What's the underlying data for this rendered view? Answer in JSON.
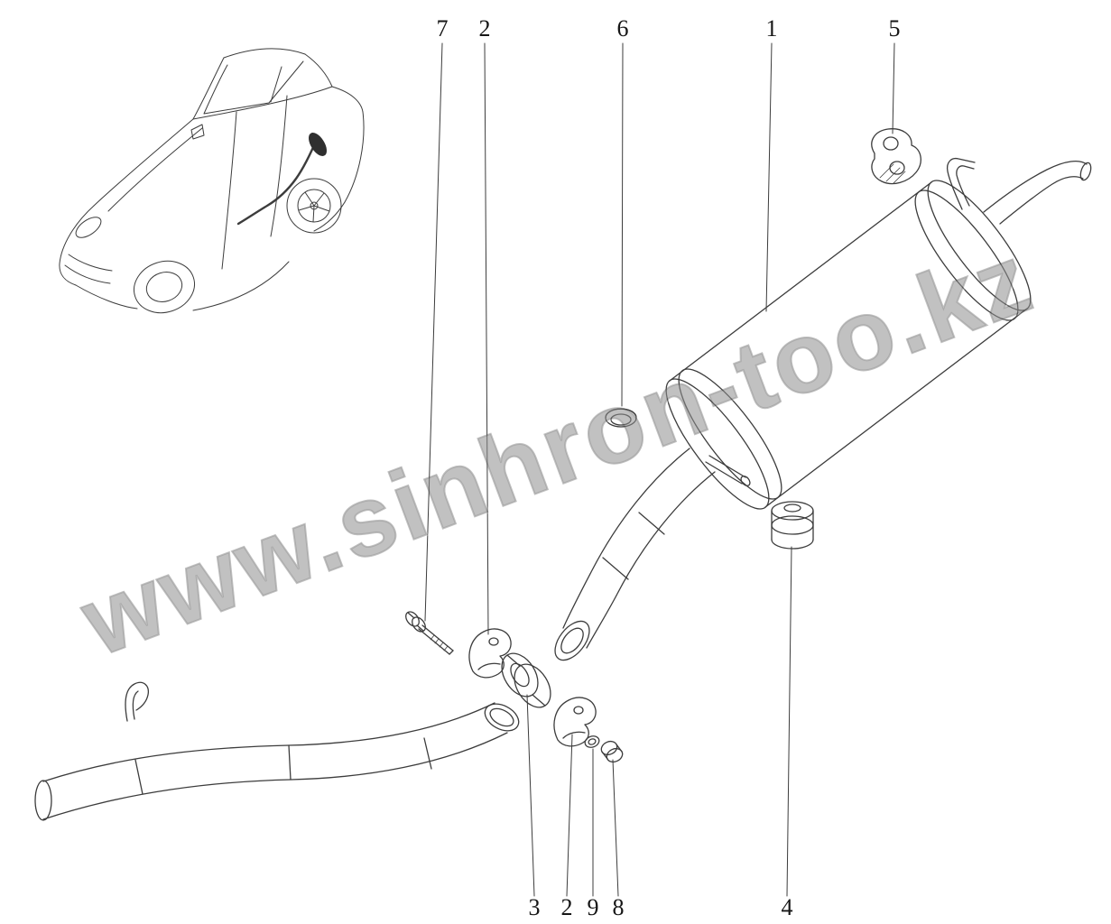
{
  "colors": {
    "background": "#ffffff",
    "line": "#3c3c3c",
    "watermark": "#8f8f8f"
  },
  "watermark": {
    "text": "www.sinhron-too.kz"
  },
  "callouts": {
    "top": [
      {
        "label": "7"
      },
      {
        "label": "2"
      },
      {
        "label": "6"
      },
      {
        "label": "1"
      },
      {
        "label": "5"
      }
    ],
    "bottom": [
      {
        "label": "3"
      },
      {
        "label": "2"
      },
      {
        "label": "9"
      },
      {
        "label": "8"
      },
      {
        "label": "4"
      }
    ]
  }
}
